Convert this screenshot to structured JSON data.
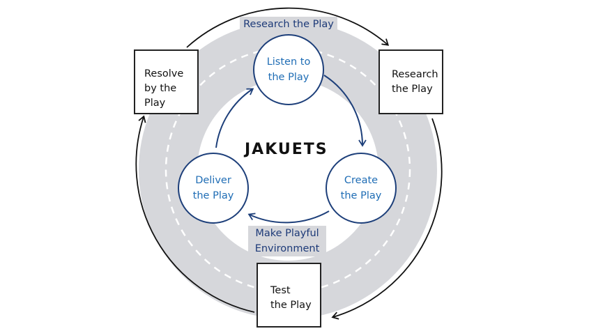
{
  "logo": "JAKUETS",
  "outer_labels": {
    "top": "Research the Play",
    "bottom_line1": "Make Playful",
    "bottom_line2": "Environment"
  },
  "inner_circles": [
    {
      "line1": "Listen to",
      "line2": "the Play"
    },
    {
      "line1": "Create",
      "line2": "the Play"
    },
    {
      "line1": "Deliver",
      "line2": "the Play"
    }
  ],
  "boxes": {
    "left": {
      "line1": "Resolve",
      "line2": "by the",
      "line3": "Play"
    },
    "right": {
      "line1": "Research",
      "line2": "the Play"
    },
    "bottom": {
      "line1": "Test",
      "line2": "the Play"
    }
  },
  "colors": {
    "ring": "#d6d7db",
    "circle_stroke": "#1d3f7a",
    "circle_text": "#1f6db5",
    "ring_text": "#1d3a78"
  }
}
